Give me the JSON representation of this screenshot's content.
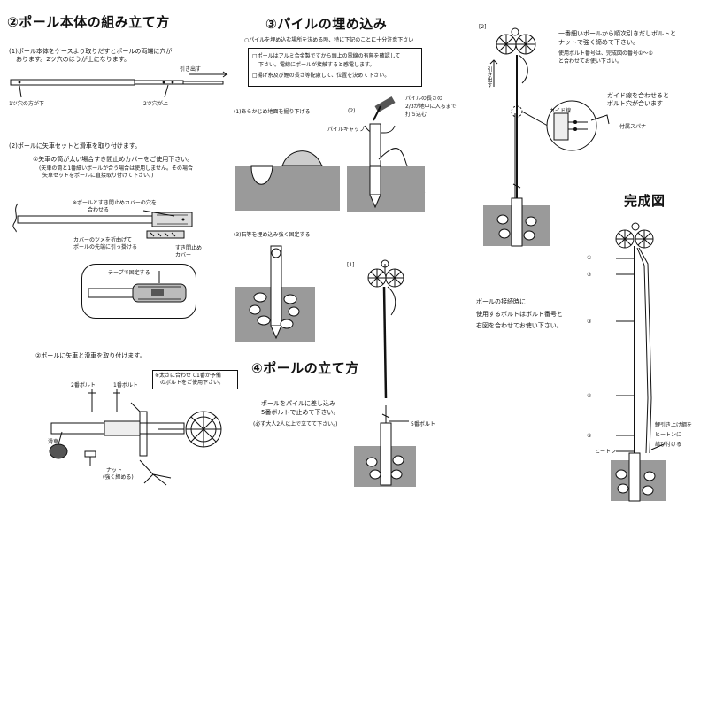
{
  "section_pole": {
    "title": "②ポール本体の組み立て方",
    "step1": {
      "line1": "(1)ポール本体をケースより取りだすとポールの両端に穴が",
      "line2": "あります。2ツ穴のほうが上になります。",
      "pull_label": "引き出す",
      "hole_one": "1ツ穴の方が下",
      "hole_two": "2ツ穴が上"
    },
    "step2": {
      "line1": "(2)ポールに矢車セットと滑車を取り付けます。",
      "sub1": "①矢車の筒が太い場合すき間止めカバーをご使用下さい。",
      "sub2": "(矢車の筒と1番細いポールが合う場合は使用しません。その場合",
      "sub3": "矢車セットをポールに直接取り付けて下さい。)",
      "label_hole_a": "※ポールとすき間止めカバーの穴を",
      "label_hole_b": "合わせる",
      "label_cover_a": "カバーのツメを折曲げて",
      "label_cover_b": "ポールの先端に引っ掛ける",
      "label_gap_a": "すき間止め",
      "label_gap_b": "カバー",
      "label_tape": "テープで固定する"
    },
    "step3": {
      "line1": "②ポールに矢車と滑車を取り付けます。",
      "note1": "※太さに合わせて1番か予備",
      "note2": "のボルトをご使用下さい。",
      "bolt2": "2番ボルト",
      "bolt1": "1番ボルト",
      "pulley": "滑車",
      "nut_a": "ナット",
      "nut_b": "(強く締める)"
    }
  },
  "section_pile": {
    "title": "③パイルの埋め込み",
    "note": "○パイルを埋め込む場所を決める時、特に下記のことに十分注意下さい",
    "box1a": "□ポールはアルミ合金製ですから頭上の電線の有無を確認して",
    "box1b": "下さい。電線にポールが接触すると感電します。",
    "box2": "□揚げ糸及び鯉の長さ等配慮して、位置を決めて下さい。",
    "step1": "(1)あらかじめ地面を掘り下げる",
    "step2": "(2)",
    "cap": "パイルキャップ",
    "len1": "パイルの長さの",
    "len2": "2/3が地中に入るまで",
    "len3": "打ち込む",
    "step3": "(3)石等を埋め込み強く固定する"
  },
  "section_stand": {
    "title": "④ポールの立て方",
    "step1": "[1]",
    "line1": "ポールをパイルに差し込み",
    "line2": "5番ボルトで止めて下さい。",
    "line3": "(必ず大人2人以上で立てて下さい。)",
    "bolt5": "5番ボルト"
  },
  "section_right": {
    "step2": "[2]",
    "line1": "一番細いポールから順次引きだしボルトと",
    "line2": "ナットで強く締めて下さい。",
    "line3": "使用ボルト番号は、完成図の番号①～⑤",
    "line4": "と合わせてお使い下さい。",
    "pull": "引き出す",
    "guide1": "ガイド線を合わせると",
    "guide2": "ボルト穴が合います",
    "guide_line": "ガイド線",
    "spanner": "付属スパナ",
    "complete_title": "完成図",
    "bolt_note1": "ポールの接続時に",
    "bolt_note2": "使用するボルトはボルト番号と",
    "bolt_note3": "右図を合わせてお使い下さい。",
    "n1": "①",
    "n2": "②",
    "n3": "③",
    "n4": "④",
    "n5": "⑤",
    "hiton": "ヒートン",
    "rope1": "鯉引き上げ綱を",
    "rope2": "ヒートンに",
    "rope3": "結び付ける"
  }
}
